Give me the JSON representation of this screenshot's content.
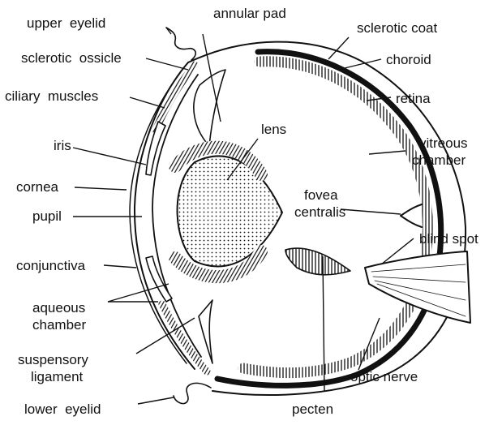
{
  "labels": {
    "upper_eyelid": "upper  eyelid",
    "annular_pad": "annular pad",
    "sclerotic_coat": "sclerotic coat",
    "sclerotic_ossicle": "sclerotic  ossicle",
    "choroid": "choroid",
    "ciliary_muscles": "ciliary  muscles",
    "retina": "retina",
    "lens": "lens",
    "iris": "iris",
    "vitreous_line1": "vitreous",
    "vitreous_line2": "chamber",
    "cornea": "cornea",
    "fovea_line1": "fovea",
    "fovea_line2": "centralis",
    "pupil": "pupil",
    "blind_spot": "blind spot",
    "conjunctiva": "conjunctiva",
    "aqueous_line1": "aqueous",
    "aqueous_line2": "chamber",
    "suspensory_line1": "suspensory",
    "suspensory_line2": "ligament",
    "optic_nerve": "optic nerve",
    "lower_eyelid": "lower  eyelid",
    "pecten": "pecten"
  }
}
